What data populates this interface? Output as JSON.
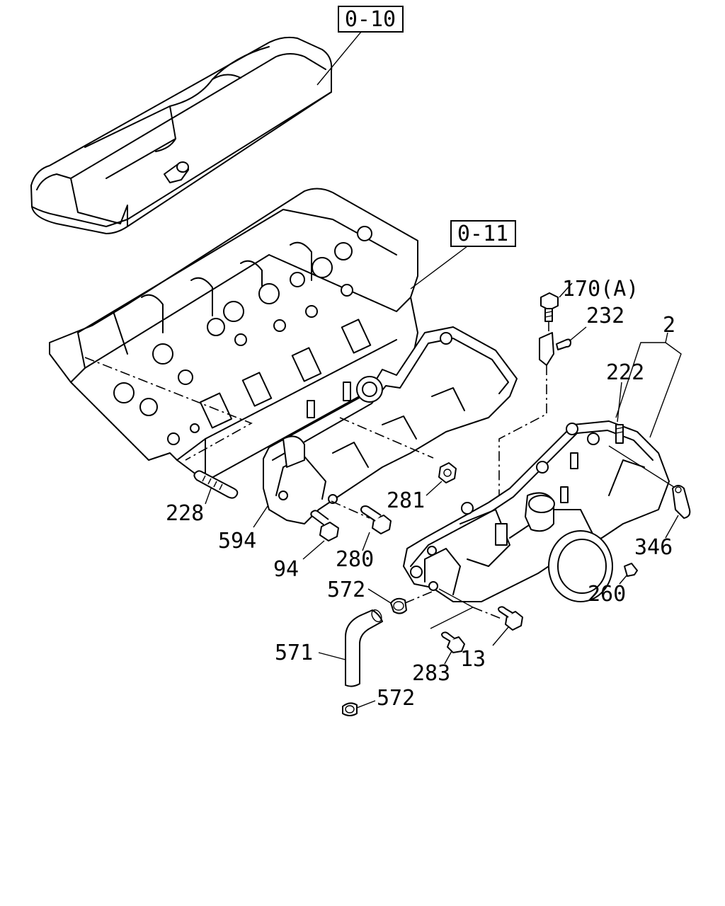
{
  "refs": {
    "ref_0_10": "0-10",
    "ref_0_11": "0-11"
  },
  "callouts": {
    "c170": "170(A)",
    "c232": "232",
    "c2": "2",
    "c222": "222",
    "c228": "228",
    "c594": "594",
    "c281": "281",
    "c94": "94",
    "c280": "280",
    "c346": "346",
    "c260": "260",
    "c572a": "572",
    "c13": "13",
    "c283": "283",
    "c571": "571",
    "c572b": "572"
  }
}
